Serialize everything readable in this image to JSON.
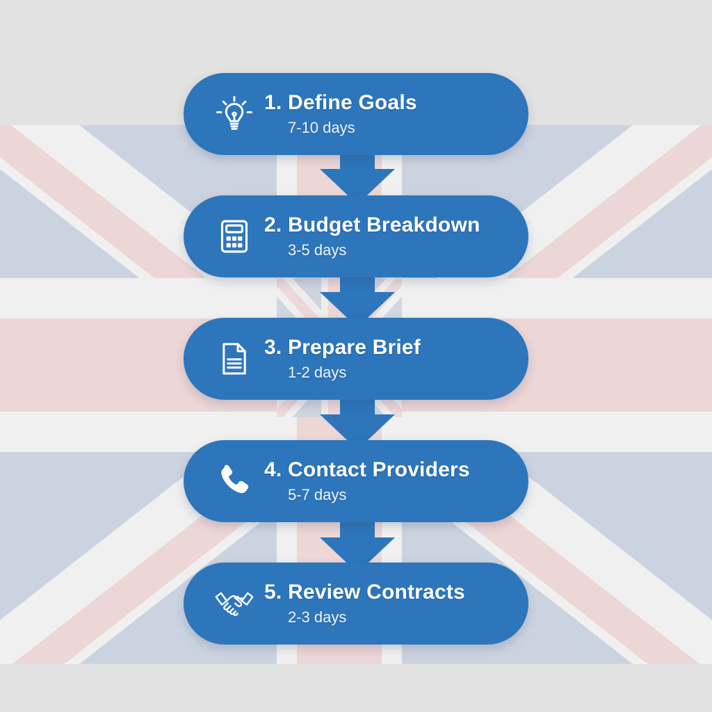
{
  "infographic": {
    "background": {
      "theme": "faded-union-jack",
      "field_color": "#e2e2e2",
      "flag_navy": "#ccd3e0",
      "flag_white": "#f0f0f0",
      "flag_red": "#ecd6d6"
    },
    "accent_color": "#2d76bc",
    "text_color": "#ffffff",
    "steps": [
      {
        "icon": "lightbulb-icon",
        "title": "1. Define Goals",
        "duration": "7-10 days"
      },
      {
        "icon": "calculator-icon",
        "title": "2. Budget Breakdown",
        "duration": "3-5 days"
      },
      {
        "icon": "document-icon",
        "title": "3. Prepare Brief",
        "duration": "1-2 days"
      },
      {
        "icon": "phone-icon",
        "title": "4. Contact Providers",
        "duration": "5-7 days"
      },
      {
        "icon": "handshake-icon",
        "title": "5. Review Contracts",
        "duration": "2-3 days"
      }
    ],
    "connectors": [
      {
        "name": "arrow-step-1-to-2"
      },
      {
        "name": "arrow-step-2-to-3"
      },
      {
        "name": "arrow-step-3-to-4"
      },
      {
        "name": "arrow-step-4-to-5"
      }
    ]
  }
}
